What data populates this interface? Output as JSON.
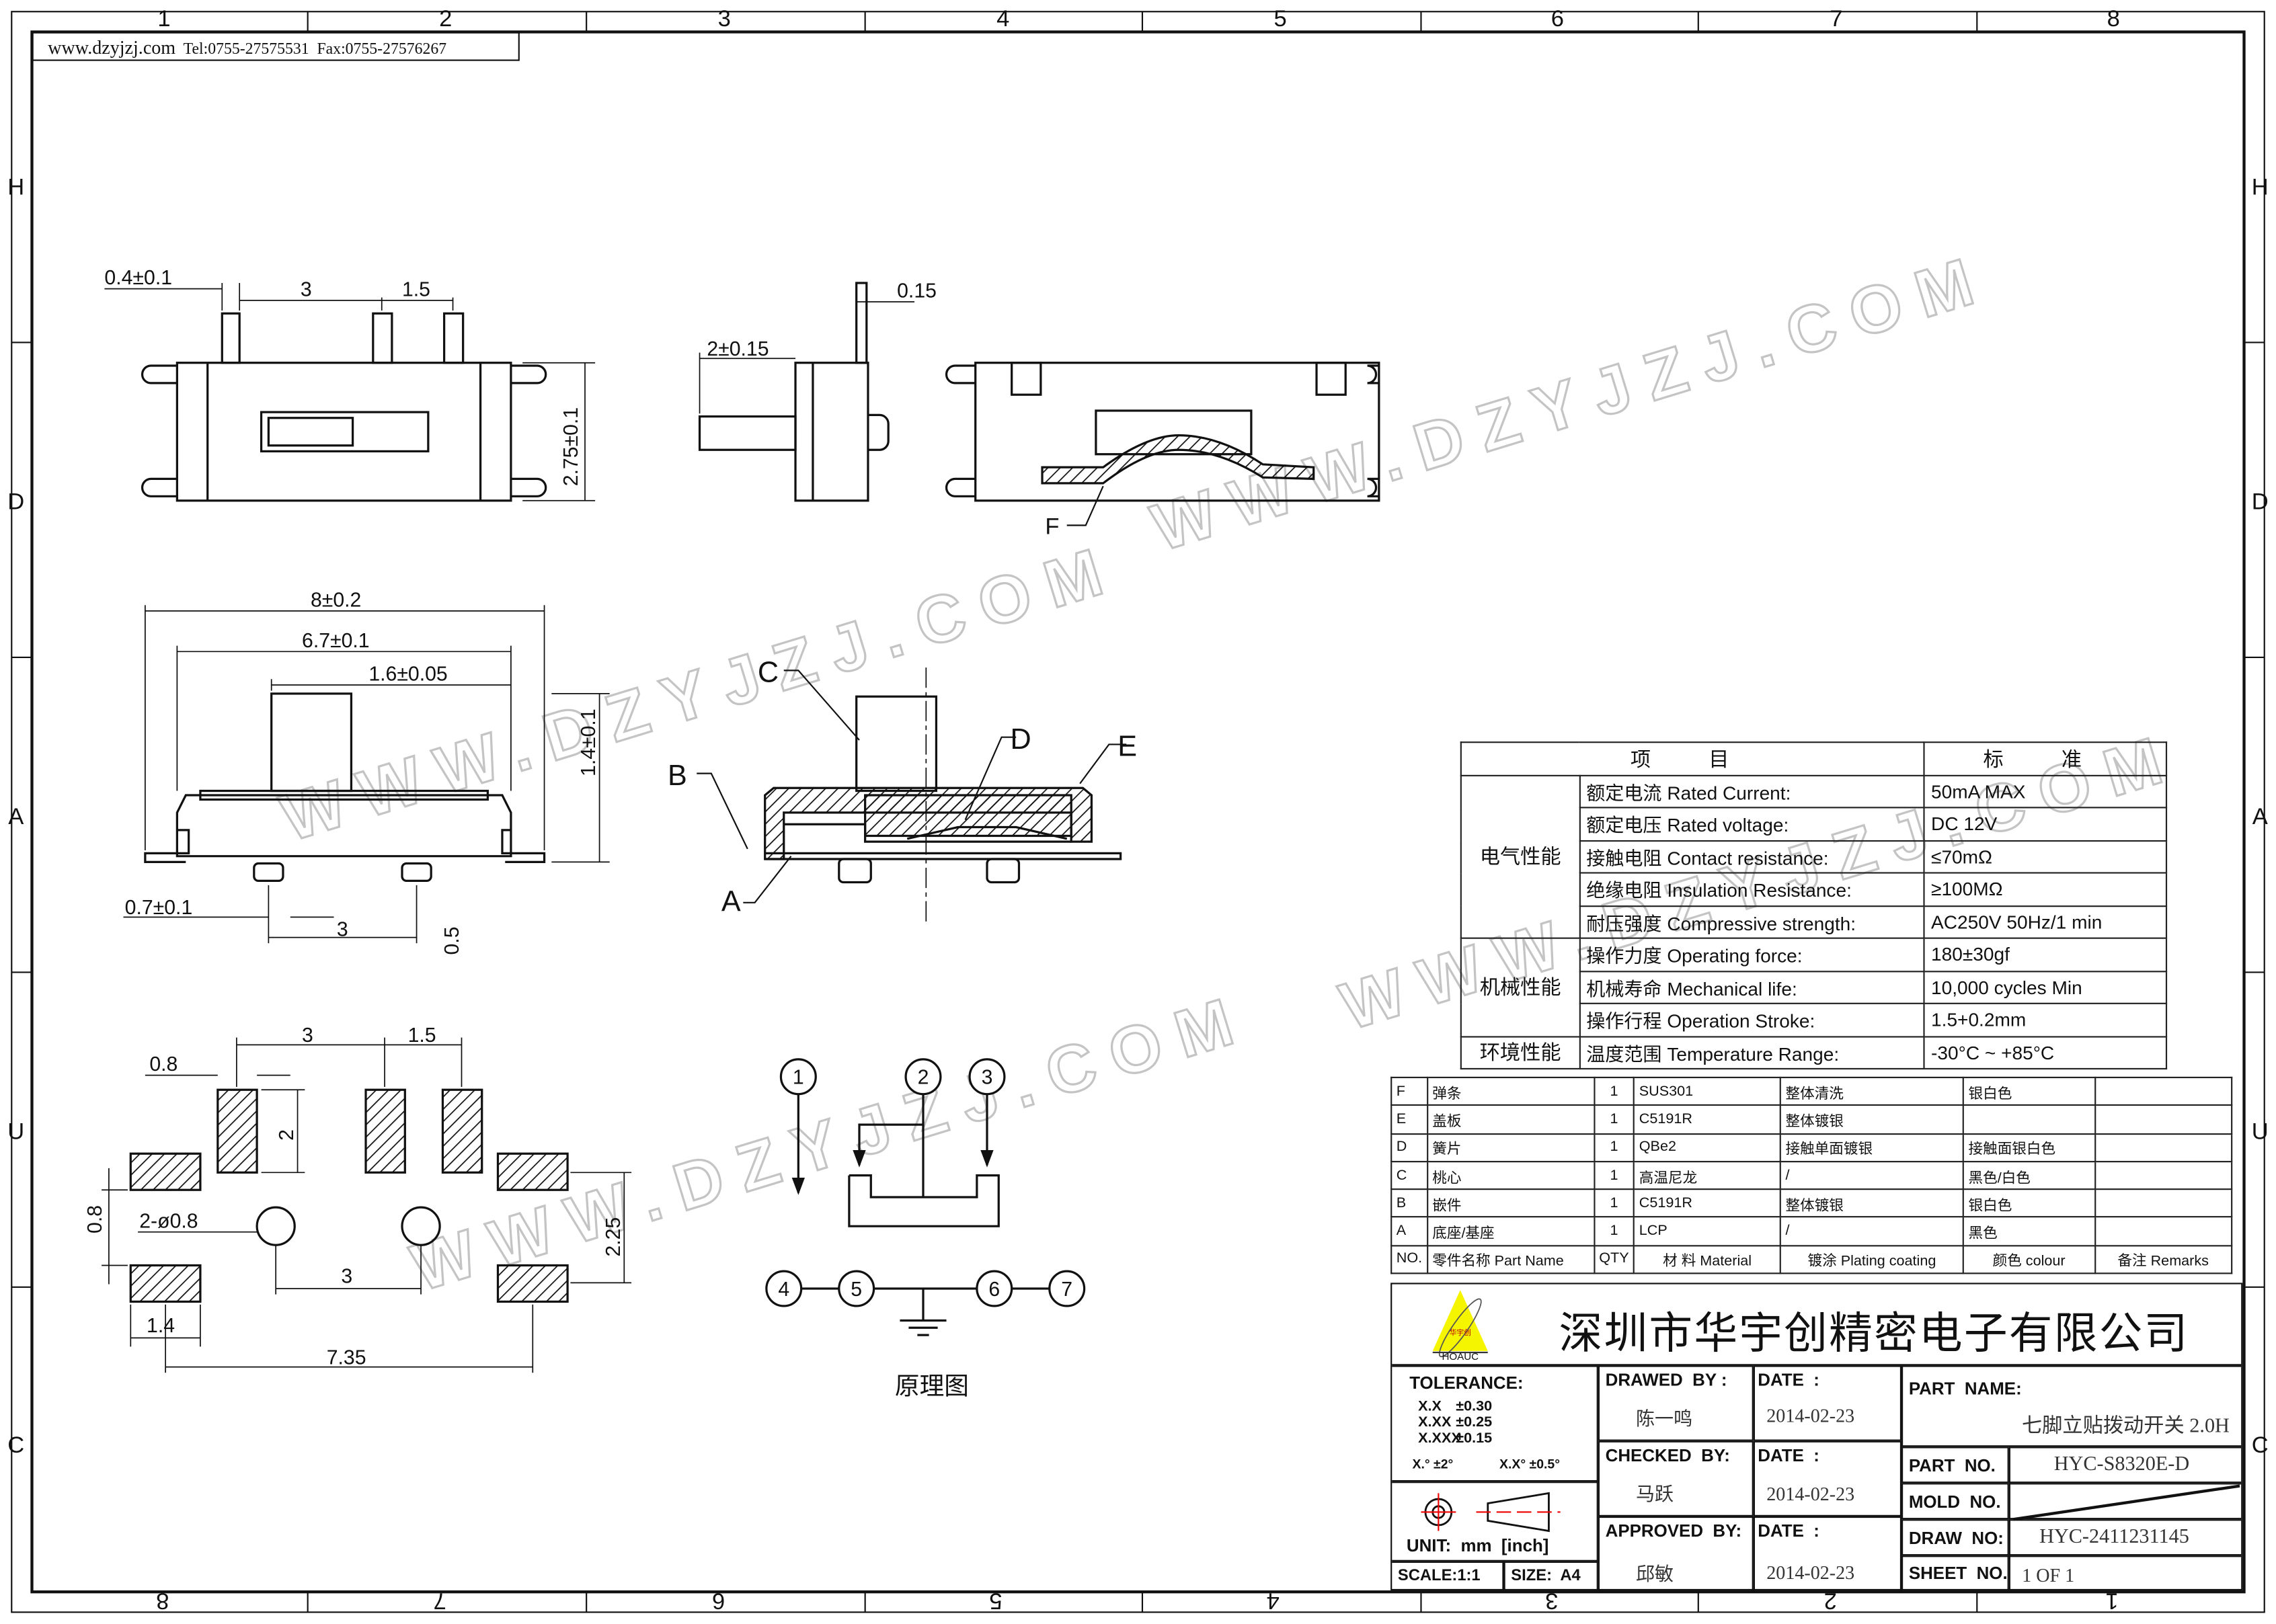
{
  "header": {
    "website": "www.dzyjzj.com",
    "tel": "Tel:0755-27575531",
    "fax": "Fax:0755-27576267"
  },
  "frame": {
    "top_columns": [
      "1",
      "2",
      "3",
      "4",
      "5",
      "6",
      "7",
      "8"
    ],
    "bottom_columns": [
      "8",
      "7",
      "6",
      "5",
      "4",
      "3",
      "2",
      "1"
    ],
    "rows": [
      "H",
      "D",
      "A",
      "U",
      "C"
    ]
  },
  "watermark": "WWW.DZYJZJ.COM",
  "dimensions": {
    "top_view": {
      "pin_width": "0.4±0.1",
      "pitch": "3",
      "pitch2": "1.5",
      "height": "2.75±0.1"
    },
    "side_view": {
      "actuator": "2±0.15",
      "thickness": "0.15"
    },
    "rear_view": {
      "label_f": "F"
    },
    "front_view": {
      "length": "8±0.2",
      "body": "6.7±0.1",
      "handle": "1.6±0.05",
      "height": "1.4±0.1",
      "foot": "0.7±0.1",
      "pitch": "3",
      "standoff": "0.5"
    },
    "section": {
      "c": "C",
      "d": "D",
      "e": "E",
      "b": "B",
      "a": "A"
    },
    "footprint": {
      "pitch": "3",
      "pitch2": "1.5",
      "pad_w": "0.8",
      "pad_h": "2",
      "pad_side_h": "0.8",
      "hole": "2-ø0.8",
      "row_gap": "2.25",
      "hole_pitch": "3",
      "pad_side_w": "1.4",
      "span": "7.35"
    }
  },
  "schematic": {
    "pins": [
      "1",
      "2",
      "3",
      "4",
      "5",
      "6",
      "7"
    ],
    "caption": "原理图"
  },
  "spec_table": {
    "headers": [
      "项 目",
      "标 准"
    ],
    "categories": [
      "电气性能",
      "机械性能",
      "环境性能"
    ],
    "rows": [
      {
        "cn": "额定电流",
        "en": "Rated Current:",
        "value": "50mA MAX"
      },
      {
        "cn": "额定电压",
        "en": "Rated voltage:",
        "value": "DC 12V"
      },
      {
        "cn": "接触电阻",
        "en": "Contact resistance:",
        "value": "≤70mΩ"
      },
      {
        "cn": "绝缘电阻",
        "en": "Insulation Resistance:",
        "value": "≥100MΩ"
      },
      {
        "cn": "耐压强度",
        "en": "Compressive strength:",
        "value": "AC250V  50Hz/1 min"
      },
      {
        "cn": "操作力度",
        "en": "Operating force:",
        "value": "180±30gf"
      },
      {
        "cn": "机械寿命",
        "en": "Mechanical life:",
        "value": "10,000 cycles Min"
      },
      {
        "cn": "操作行程",
        "en": "Operation Stroke:",
        "value": "1.5+0.2mm"
      },
      {
        "cn": "温度范围",
        "en": "Temperature Range:",
        "value": "-30°C ~ +85°C"
      }
    ]
  },
  "parts_table": {
    "headers": [
      "NO.",
      "零件名称  Part Name",
      "QTY",
      "材 料  Material",
      "镀涂  Plating coating",
      "颜色  colour",
      "备注  Remarks"
    ],
    "rows": [
      [
        "F",
        "弹条",
        "1",
        "SUS301",
        "整体清洗",
        "银白色",
        ""
      ],
      [
        "E",
        "盖板",
        "1",
        "C5191R",
        "整体镀银",
        "",
        ""
      ],
      [
        "D",
        "簧片",
        "1",
        "QBe2",
        "接触单面镀银",
        "接触面银白色",
        ""
      ],
      [
        "C",
        "桃心",
        "1",
        "高温尼龙",
        "/",
        "黑色/白色",
        ""
      ],
      [
        "B",
        "嵌件",
        "1",
        "C5191R",
        "整体镀银",
        "银白色",
        ""
      ],
      [
        "A",
        "底座/基座",
        "1",
        "LCP",
        "/",
        "黑色",
        ""
      ]
    ]
  },
  "title_block": {
    "logo_text": "华宇创",
    "logo_brand": "HOAUC",
    "company": "深圳市华宇创精密电子有限公司",
    "tolerance_label": "TOLERANCE:",
    "tolerances": [
      [
        "X.X",
        "±0.30"
      ],
      [
        "X.XX",
        "±0.25"
      ],
      [
        "X.XXX",
        "±0.15"
      ]
    ],
    "angle_tol": [
      "X.° ±2°",
      "X.X° ±0.5°"
    ],
    "unit": "UNIT:  mm  [inch]",
    "scale": "SCALE:1:1",
    "size": "SIZE:  A4",
    "drawed_by_label": "DRAWED  BY :",
    "drawed_by": "陈一鸣",
    "checked_by_label": "CHECKED  BY:",
    "checked_by": "马跃",
    "approved_by_label": "APPROVED  BY:",
    "approved_by": "邱敏",
    "date_label": "DATE  :",
    "dates": [
      "2014-02-23",
      "2014-02-23",
      "2014-02-23"
    ],
    "part_name_label": "PART  NAME:",
    "part_name": "七脚立贴拨动开关 2.0H",
    "part_no_label": "PART  NO.",
    "part_no": "HYC-S8320E-D",
    "mold_no_label": "MOLD  NO.",
    "draw_no_label": "DRAW  NO:",
    "draw_no": "HYC-2411231145",
    "sheet_no_label": "SHEET  NO.",
    "sheet_no": "1 OF 1"
  },
  "colors": {
    "line": "#111111",
    "logo_yellow": "#f5f500",
    "center_mark": "#e00000",
    "watermark": "#bbbbbb"
  }
}
